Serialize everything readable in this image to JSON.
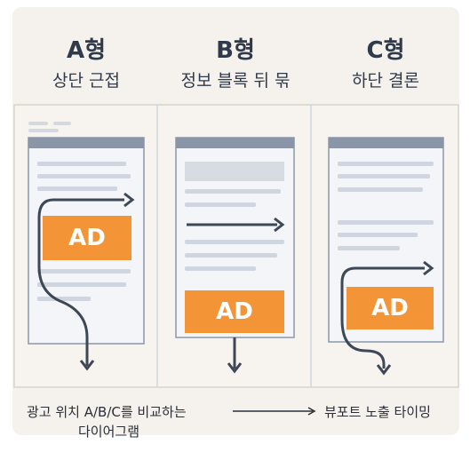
{
  "columns": [
    {
      "letter": "A형",
      "subtitle": "상단 근접",
      "ad_label": "AD"
    },
    {
      "letter": "B형",
      "subtitle": "정보 블록 뒤 묶",
      "ad_label": "AD"
    },
    {
      "letter": "C형",
      "subtitle": "하단 결론",
      "ad_label": "AD"
    }
  ],
  "caption": {
    "left_line1": "광고 위치 A/B/C를 비교하는",
    "left_line2": "다이어그램",
    "right": "뷰포트 노출 타이밍"
  },
  "colors": {
    "background": "#f5f1ec",
    "panel": "#ffffff",
    "page_header": "#8a96a8",
    "page_body": "#f3f5f8",
    "text_line": "#cfd6e0",
    "accent": "#f39436",
    "arrow": "#3d4756"
  }
}
